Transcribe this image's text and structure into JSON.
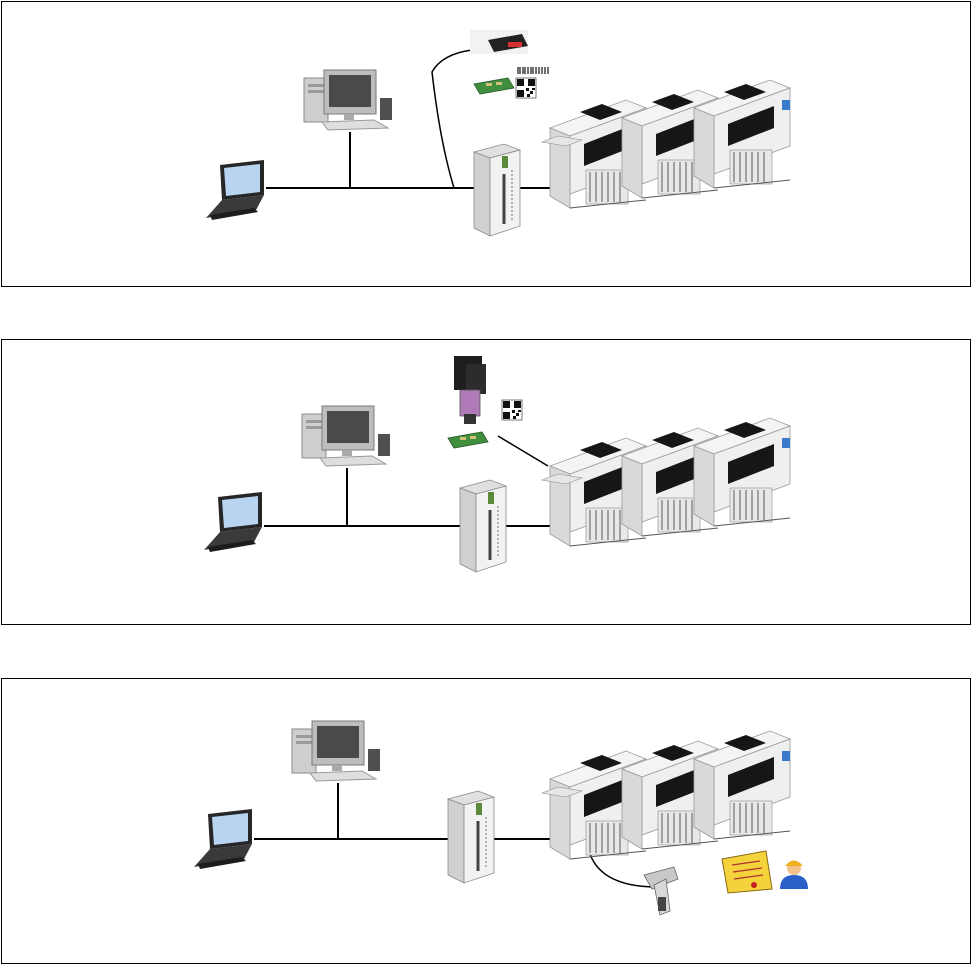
{
  "colors": {
    "frame": "#000000",
    "background": "#ffffff",
    "machine_body": "#f2f2f2",
    "machine_dark": "#151515",
    "pcb_green": "#3f8f3f",
    "document_yellow": "#f4d23c",
    "screen_blue": "#b8d4f0"
  },
  "panels": [
    {
      "id": "panel-1",
      "devices": [
        "laptop-icon",
        "desktop-pc-icon",
        "server-tower-icon",
        "laser-barcode-scanner-icon",
        "pcb-board-icon",
        "barcode-label-icon",
        "qr-code-icon",
        "placement-machine-line-icon"
      ]
    },
    {
      "id": "panel-2",
      "devices": [
        "laptop-icon",
        "desktop-pc-icon",
        "server-tower-icon",
        "fixed-code-reader-icon",
        "pcb-board-icon",
        "qr-code-icon",
        "placement-machine-line-icon"
      ]
    },
    {
      "id": "panel-3",
      "devices": [
        "laptop-icon",
        "desktop-pc-icon",
        "server-tower-icon",
        "handheld-scanner-icon",
        "document-icon",
        "operator-icon",
        "placement-machine-line-icon"
      ]
    }
  ]
}
